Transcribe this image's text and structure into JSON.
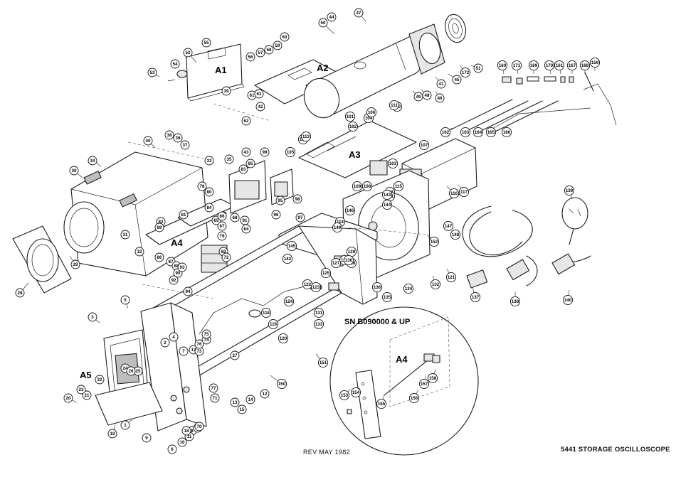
{
  "assembly_labels": {
    "a1": "A1",
    "a2": "A2",
    "a3": "A3",
    "a4": "A4",
    "a4_inset": "A4",
    "a5": "A5"
  },
  "inset_title": "SN B090000 & UP",
  "revision": "REV MAY 1982",
  "figure_title": "5441 STORAGE OSCILLOSCOPE",
  "callout_numbers": [
    "1",
    "2",
    "3",
    "4",
    "5",
    "6",
    "7",
    "8",
    "9",
    "10",
    "11",
    "12",
    "13",
    "14",
    "15",
    "16",
    "17",
    "18",
    "19",
    "20",
    "21",
    "22",
    "23",
    "24",
    "25",
    "26",
    "27",
    "28",
    "29",
    "30",
    "31",
    "32",
    "33",
    "34",
    "35",
    "36",
    "37",
    "38",
    "39",
    "40",
    "41",
    "42",
    "43",
    "44",
    "45",
    "46",
    "47",
    "48",
    "49",
    "50",
    "51",
    "52",
    "53",
    "54",
    "55",
    "56",
    "57",
    "58",
    "59",
    "60",
    "61",
    "62",
    "63",
    "64",
    "65",
    "66",
    "67",
    "68",
    "69",
    "70",
    "71",
    "72",
    "73",
    "74",
    "75",
    "76",
    "77",
    "78",
    "79",
    "80",
    "81",
    "82",
    "83",
    "84",
    "85",
    "86",
    "87",
    "88",
    "89",
    "90",
    "91",
    "92",
    "93",
    "94",
    "95",
    "96",
    "97",
    "98",
    "99",
    "100",
    "101",
    "102",
    "103",
    "104",
    "105",
    "106",
    "107",
    "108",
    "109",
    "110",
    "111",
    "112",
    "113",
    "114",
    "115",
    "116",
    "117",
    "118",
    "119",
    "120",
    "121",
    "122",
    "123",
    "124",
    "125",
    "126",
    "127",
    "128",
    "129",
    "130",
    "131",
    "132",
    "133",
    "134",
    "135",
    "136",
    "137",
    "138",
    "139",
    "140",
    "141",
    "142",
    "143",
    "144",
    "145",
    "146",
    "147",
    "148",
    "149",
    "150",
    "151",
    "152",
    "153",
    "154",
    "155",
    "156",
    "157",
    "158",
    "159",
    "160",
    "161",
    "162",
    "163",
    "164",
    "165",
    "166",
    "167",
    "168",
    "169",
    "170",
    "171",
    "172"
  ]
}
